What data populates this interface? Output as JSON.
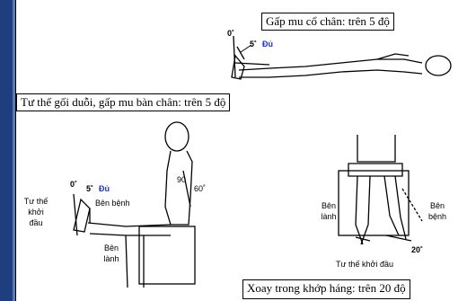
{
  "captions": {
    "dorsiflexion_ankle": "Gấp mu cổ chân: trên 5 độ",
    "knee_extended": "Tư thế gối duỗi, gấp mu bàn chân: trên 5 độ",
    "hip_internal_rotation": "Xoay trong khớp háng: trên 20 độ"
  },
  "labels": {
    "zero_deg_top": "0˚",
    "five_deg_top": "5˚",
    "du_top": "Đủ",
    "zero_deg_mid": "0˚",
    "five_deg_mid": "5˚",
    "du_mid": "Đủ",
    "ben_benh_mid": "Bên bệnh",
    "ninety": "90",
    "sixty": "60˚",
    "tu_the_khoi_dau_left": "Tư thế khởi đầu",
    "ben_lanh_bottom": "Bên lành",
    "ben_lanh_right": "Bên lành",
    "ben_benh_right": "Bên bệnh",
    "twenty_deg": "20˚",
    "tu_the_khoi_dau_right": "Tư thế khởi đầu"
  }
}
